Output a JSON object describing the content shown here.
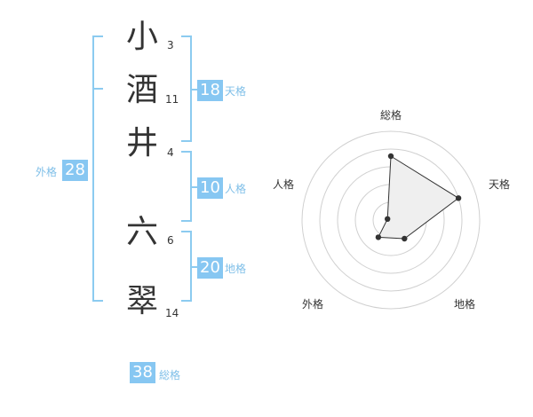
{
  "name_chars": [
    {
      "char": "小",
      "strokes": "3"
    },
    {
      "char": "酒",
      "strokes": "11"
    },
    {
      "char": "井",
      "strokes": "4"
    },
    {
      "char": "六",
      "strokes": "6"
    },
    {
      "char": "翠",
      "strokes": "14"
    }
  ],
  "scores": {
    "tenkaku": {
      "value": "18",
      "label": "天格"
    },
    "jinkaku": {
      "value": "10",
      "label": "人格"
    },
    "chikaku": {
      "value": "20",
      "label": "地格"
    },
    "gaikaku": {
      "value": "28",
      "label": "外格"
    },
    "soukaku": {
      "value": "38",
      "label": "総格"
    }
  },
  "radar": {
    "labels": {
      "top": "総格",
      "right": "天格",
      "bottom_right": "地格",
      "bottom_left": "外格",
      "left": "人格"
    }
  },
  "chart_data": {
    "type": "radar",
    "categories": [
      "総格",
      "天格",
      "地格",
      "外格",
      "人格"
    ],
    "values": [
      3.6,
      4.0,
      1.3,
      1.2,
      0.2
    ],
    "range": [
      0,
      5
    ],
    "grid_rings": 5
  },
  "colors": {
    "accent": "#87c7f2",
    "bracket": "#8ccbf0",
    "radar_fill": "#efefef"
  }
}
